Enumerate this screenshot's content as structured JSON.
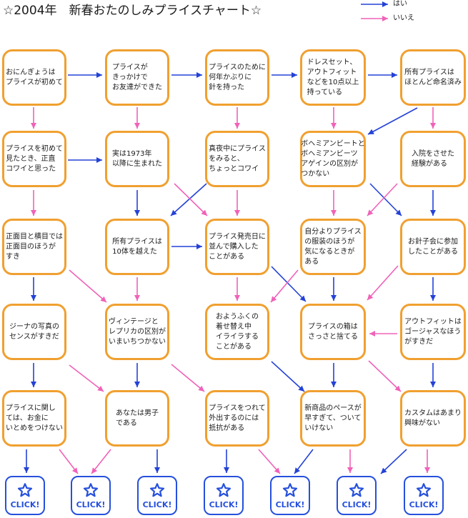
{
  "title": "☆2004年　新春おたのしみプライスチャート☆",
  "legend": {
    "yes_label": "はい",
    "no_label": "いいえ"
  },
  "colors": {
    "yes_arrow": "#2442d6",
    "no_arrow": "#f062b8",
    "box_border": "#f0a030",
    "click_button": "#2650dc"
  },
  "questions": [
    [
      "おにんぎょうは\nプライスが初めて",
      "プライスが\nきっかけで\nお友達ができた",
      "プライスのために\n何年かぶりに\n針を持った",
      "ドレスセット、\nアウトフィット\nなどを10点以上\n持っている",
      "所有プライスは\nほとんど命名済み"
    ],
    [
      "プライスを初めて\n見たとき、正直\nコワイと思った",
      "実は1973年\n以降に生まれた",
      "真夜中にプライス\nをみると、\nちょっとコワイ",
      "ボヘミアンビートと\nボヘミアンビーツ\nアゲインの区別が\nつかない",
      "入院をさせた\n経験がある"
    ],
    [
      "正面目と横目では\n正面目のほうが\nすき",
      "所有プライスは\n10体を越えた",
      "プライス発売日に\n並んで購入した\nことがある",
      "自分よりプライス\nの服装のほうが\n気になるときが\nある",
      "お針子会に参加\nしたことがある"
    ],
    [
      "ジーナの写真の\nセンスがすきだ",
      "ヴィンテージと\nレプリカの区別が\nいまいちつかない",
      "おようふくの\n着せ替え中\nイライラする\nことがある",
      "プライスの箱は\nさっさと捨てる",
      "アウトフィットは\nゴージャスなほう\nがすきだ"
    ],
    [
      "プライスに関し\nては、お金に\nいとめをつけない",
      "あなたは男子\nである",
      "プライスをつれて\n外出するのには\n抵抗がある",
      "新商品のペースが\n早すぎて、ついて\nいけない",
      "カスタムはあまり\n興味がない"
    ]
  ],
  "result_icon": "star-icon",
  "results": [
    {
      "label": "CLICK!"
    },
    {
      "label": "CLICK!"
    },
    {
      "label": "CLICK!"
    },
    {
      "label": "CLICK!"
    },
    {
      "label": "CLICK!"
    },
    {
      "label": "CLICK!"
    },
    {
      "label": "CLICK!"
    }
  ]
}
